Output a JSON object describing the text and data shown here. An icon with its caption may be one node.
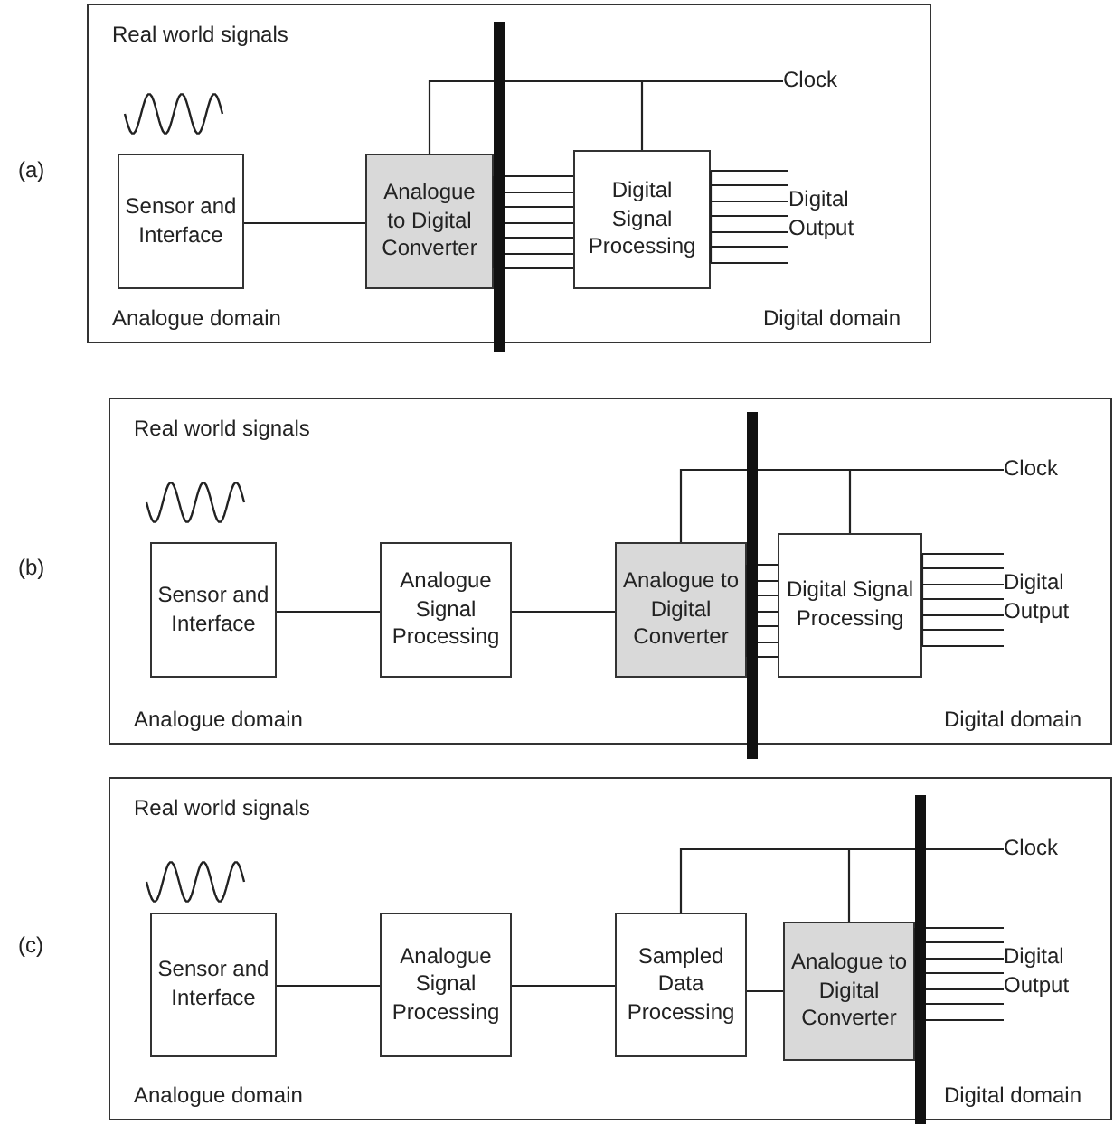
{
  "diagram": {
    "nodes": [
      {
        "text": [
          "Real world signals",
          "Analogue domain",
          "Digital domain"
        ],
        "beside": [
          "(a)"
        ]
      },
      {
        "text": [
          "Sensor and Interface"
        ],
        "in": 0
      },
      {
        "text": [
          "Analogue to Digital Converter"
        ],
        "in": 0
      },
      {
        "text": [
          "Digital Signal Processing"
        ],
        "in": 0
      },
      {
        "text": [
          "Clock"
        ],
        "in": 0
      },
      {
        "text": [
          "Digital Output"
        ],
        "in": 0
      },
      {
        "text": [
          "Real world signals",
          "Analogue domain",
          "Digital domain"
        ],
        "beside": [
          "(b)"
        ]
      },
      {
        "text": [
          "Sensor and Interface"
        ],
        "in": 6
      },
      {
        "text": [
          "Analogue Signal Processing"
        ],
        "in": 6
      },
      {
        "text": [
          "Analogue to Digital Converter"
        ],
        "in": 6
      },
      {
        "text": [
          "Digital Signal Processing"
        ],
        "in": 6
      },
      {
        "text": [
          "Clock"
        ],
        "in": 6
      },
      {
        "text": [
          "Digital Output"
        ],
        "in": 6
      },
      {
        "text": [
          "Real world signals",
          "Analogue domain",
          "Digital domain"
        ],
        "beside": [
          "(c)"
        ]
      },
      {
        "text": [
          "Sensor and Interface"
        ],
        "in": 13
      },
      {
        "text": [
          "Analogue Signal Processing"
        ],
        "in": 13
      },
      {
        "text": [
          "Sampled Data Processing"
        ],
        "in": 13
      },
      {
        "text": [
          "Analogue to Digital Converter"
        ],
        "in": 13
      },
      {
        "text": [
          "Clock"
        ],
        "in": 13
      },
      {
        "text": [
          "Digital Output"
        ],
        "in": 13
      }
    ],
    "edges": [
      {
        "from": 1,
        "to": 2,
        "arrow": "none"
      },
      {
        "from": 2,
        "to": 3,
        "arrow": "none"
      },
      {
        "from": 4,
        "to": 2,
        "arrow": "none"
      },
      {
        "from": 4,
        "to": 3,
        "arrow": "none"
      },
      {
        "from": 3,
        "to": 5,
        "arrow": "none"
      },
      {
        "from": 7,
        "to": 8,
        "arrow": "none"
      },
      {
        "from": 8,
        "to": 9,
        "arrow": "none"
      },
      {
        "from": 9,
        "to": 10,
        "arrow": "none"
      },
      {
        "from": 11,
        "to": 9,
        "arrow": "none"
      },
      {
        "from": 11,
        "to": 10,
        "arrow": "none"
      },
      {
        "from": 10,
        "to": 12,
        "arrow": "none"
      },
      {
        "from": 14,
        "to": 15,
        "arrow": "none"
      },
      {
        "from": 15,
        "to": 16,
        "arrow": "none"
      },
      {
        "from": 16,
        "to": 17,
        "arrow": "none"
      },
      {
        "from": 18,
        "to": 16,
        "arrow": "none"
      },
      {
        "from": 18,
        "to": 17,
        "arrow": "none"
      },
      {
        "from": 17,
        "to": 19,
        "arrow": "none"
      }
    ]
  }
}
